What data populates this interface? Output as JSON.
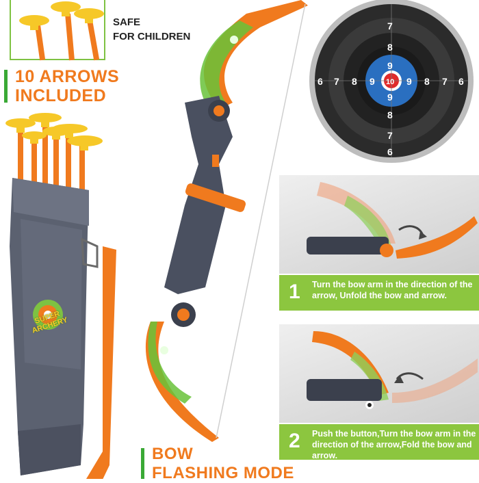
{
  "badge": {
    "line1": "SAFE",
    "line2": "FOR CHILDREN"
  },
  "arrows": {
    "line1": "10 ARROWS",
    "line2": "INCLUDED"
  },
  "quiver": {
    "logo_line1": "SUPER",
    "logo_line2": "ARCHERY"
  },
  "bow": {
    "line1": "BOW",
    "line2": "FLASHING MODE"
  },
  "target": {
    "top": [
      "7",
      "8"
    ],
    "bottom": [
      "8",
      "7",
      "6"
    ],
    "left": [
      "6",
      "7",
      "8",
      "9"
    ],
    "right": [
      "9",
      "8",
      "7",
      "6"
    ],
    "inner_top": "9",
    "inner_bottom": "9",
    "bullseye": "10"
  },
  "steps": [
    {
      "number": "1",
      "text": "Turn the bow arm in the direction of the arrow, Unfold the bow and arrow."
    },
    {
      "number": "2",
      "text": "Push the button,Turn the bow arm in the direction of the arrow,Fold the bow and arrow."
    }
  ],
  "colors": {
    "orange": "#f07a1e",
    "green_bar": "#3aa935",
    "step_green": "#8cc63f",
    "quiver": "#5b6170",
    "target_blue": "#2a6fc0"
  }
}
